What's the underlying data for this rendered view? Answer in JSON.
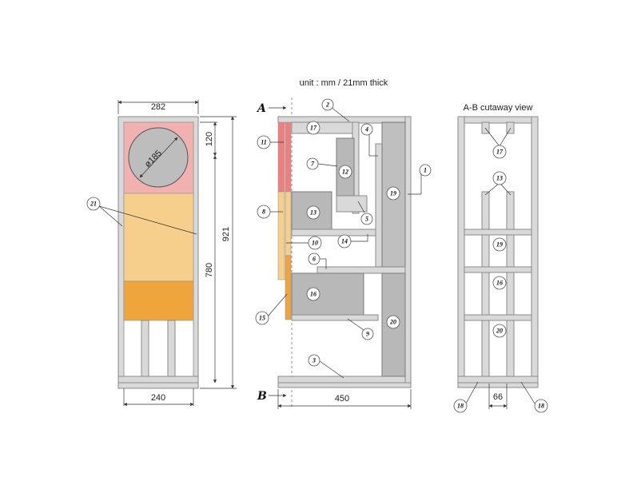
{
  "header": {
    "unit_note": "unit : mm / 21mm thick"
  },
  "front_view": {
    "width_top": "282",
    "width_bottom": "240",
    "height_total": "921",
    "height_inner": "780",
    "top_offset": "120",
    "driver_diameter": "ø185",
    "colors": {
      "top": "#f2b1b1",
      "middle": "#f6cf8c",
      "lower": "#f0a43c"
    }
  },
  "side_view": {
    "section_a": "A",
    "section_b": "B",
    "depth": "450",
    "colors": {
      "strip_top": "#ef7f7f",
      "strip_mid": "#f6cf8c",
      "strip_low": "#f0a43c"
    }
  },
  "cutaway_view": {
    "title": "A-B cutaway view",
    "spacing": "66"
  },
  "part_labels": {
    "p1": "1",
    "p2": "2",
    "p3": "3",
    "p4": "4",
    "p5": "5",
    "p6": "6",
    "p7": "7",
    "p8": "8",
    "p9": "9",
    "p10": "10",
    "p11": "11",
    "p12": "12",
    "p13": "13",
    "p14": "14",
    "p15": "15",
    "p16": "16",
    "p17": "17",
    "p18": "18",
    "p19": "19",
    "p20": "20",
    "p21": "21"
  }
}
